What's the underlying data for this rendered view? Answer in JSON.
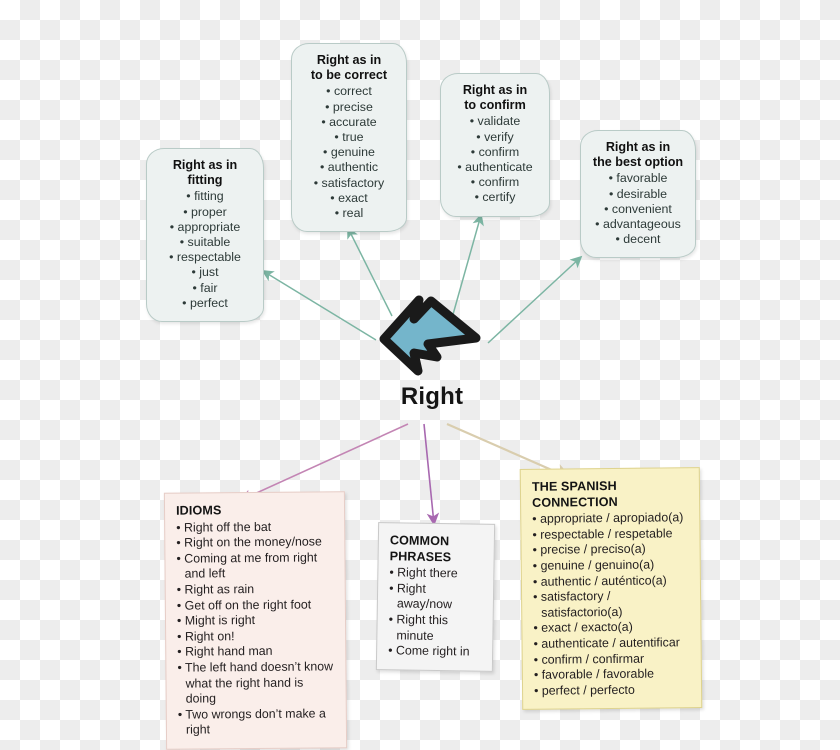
{
  "hub": {
    "label": "Right",
    "arrow_icon": "double-chevron-right-arrow",
    "arrow_fill": "#74b5cb",
    "arrow_outline": "#1a1a1a"
  },
  "palette": {
    "sense_card_bg": "#edf2f1",
    "sense_connector": "#7cb5a3",
    "idioms_bg": "#faeeea",
    "idioms_connector": "#c385b4",
    "phrases_bg": "#f4f4f4",
    "phrases_connector": "#a868b0",
    "spanish_bg": "#f9f2c6",
    "spanish_connector": "#d9cdae"
  },
  "senses": [
    {
      "id": "fitting",
      "title": "Right as in\nfitting",
      "items": [
        "fitting",
        "proper",
        "appropriate",
        "suitable",
        "respectable",
        "just",
        "fair",
        "perfect"
      ]
    },
    {
      "id": "correct",
      "title": "Right as in\nto be correct",
      "items": [
        "correct",
        "precise",
        "accurate",
        "true",
        "genuine",
        "authentic",
        "satisfactory",
        "exact",
        "real"
      ]
    },
    {
      "id": "confirm",
      "title": "Right as in\nto confirm",
      "items": [
        "validate",
        "verify",
        "confirm",
        "authenticate",
        "confirm",
        "certify"
      ]
    },
    {
      "id": "best-option",
      "title": "Right as in\nthe best option",
      "items": [
        "favorable",
        "desirable",
        "convenient",
        "advantageous",
        "decent"
      ]
    }
  ],
  "idioms": {
    "title": "IDIOMS",
    "items": [
      "Right off the bat",
      "Right on the money/nose",
      "Coming at me from right and left",
      "Right as rain",
      "Get off on the right foot",
      "Might is right",
      "Right on!",
      "Right hand man",
      "The left hand doesn’t know what the right hand is doing",
      "Two wrongs don’t make a right"
    ]
  },
  "phrases": {
    "title": "COMMON PHRASES",
    "items": [
      "Right there",
      "Right away/now",
      "Right this minute",
      "Come right in"
    ]
  },
  "spanish": {
    "title": "THE SPANISH CONNECTION",
    "items": [
      "appropriate / apropiado(a)",
      "respectable / respetable",
      "precise / preciso(a)",
      "genuine / genuino(a)",
      "authentic / auténtico(a)",
      "satisfactory / satisfactorio(a)",
      "exact / exacto(a)",
      "authenticate / autentificar",
      "confirm / confirmar",
      "favorable / favorable",
      "perfect / perfecto"
    ]
  }
}
